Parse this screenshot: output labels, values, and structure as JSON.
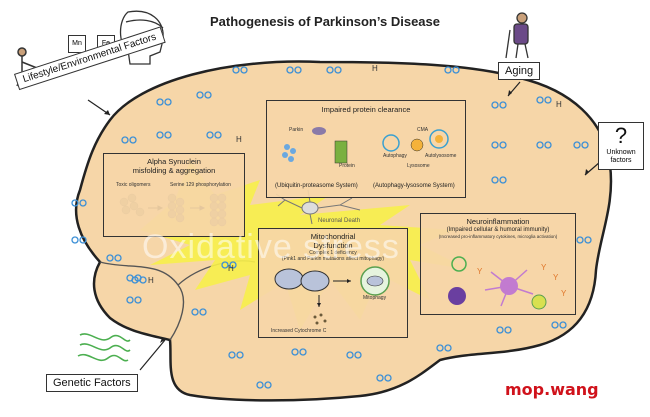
{
  "title": "Pathogenesis of Parkinson’s Disease",
  "factors": {
    "lifestyle": "Lifestyle/Environmental Factors",
    "aging": "Aging",
    "unknown_line1": "Unknown",
    "unknown_line2": "factors",
    "genetic": "Genetic Factors",
    "element_mn": "Mn",
    "element_fe": "Fe"
  },
  "boxes": {
    "alpha": {
      "title_line1": "Alpha Synuclein",
      "title_line2": "misfolding & aggregation",
      "left_label": "Toxic oligomers",
      "right_label": "Serine 129 phosphorylation"
    },
    "protein": {
      "title": "Impaired protein clearance",
      "parkin": "Parkin",
      "protein": "Protein",
      "cma": "CMA",
      "autophagy": "Autophagy",
      "lysosome": "Lysosome",
      "autolysosome": "Autolysosome",
      "ups": "(Ubiquitin-proteasome System)",
      "als": "(Autophagy-lysosome System)"
    },
    "mito": {
      "title_line1": "Mitochondrial",
      "title_line2": "Dysfunction",
      "sub_line1": "Complex 1 deficiency",
      "sub_line2": "(Pink1 and Parkin mutations affect mitophagy)",
      "mitophagy": "Mitophagy",
      "cytc": "Increased Cytochrome C"
    },
    "neuro": {
      "title": "Neuroinflammation",
      "sub": "(Impaired cellular & humoral immunity)",
      "sub2": "(Increased pro-inflammatory cytokines, microglia activation)"
    }
  },
  "neuronal_death": "Neuronal Death",
  "watermark": "Oxidative stress",
  "h_label": "H",
  "brand": "mop.wang",
  "question_mark": "?",
  "colors": {
    "brain_fill": "#f6d6a8",
    "brain_stroke": "#222222",
    "burst": "#f7ef4a",
    "molecule": "#3b8fd6",
    "brand": "#d0121b"
  }
}
